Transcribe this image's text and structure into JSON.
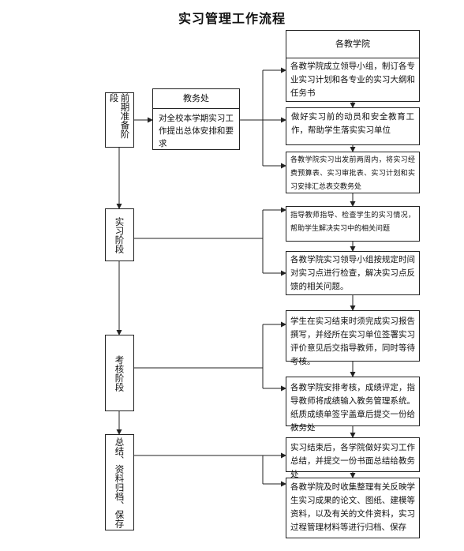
{
  "title": "实习管理工作流程",
  "phases": [
    {
      "label": "前期准备阶段"
    },
    {
      "label": "实习阶段"
    },
    {
      "label": "考核阶段"
    },
    {
      "label": "总结、资料归档、保存"
    }
  ],
  "jiaowuchu": {
    "header": "教务处",
    "text": "对全校本学期实习工作提出总体安排和要求"
  },
  "xueyuan": {
    "header": "各教学院",
    "boxes": [
      "各教学院成立领导小组，制订各专业实习计划和各专业的实习大纲和任务书",
      "做好实习前的动员和安全教育工作，帮助学生落实实习单位",
      "各教学院实习出发前两周内，将实习经费预算表、实习审批表、实习计划和实习安排汇总表交教务处",
      "指导教师指导、检查学生的实习情况，帮助学生解决实习中的相关问题",
      "各教学院实习领导小组按规定时间对实习点进行检查，解决实习点反馈的相关问题。",
      "学生在实习结束时须完成实习报告撰写，并经所在实习单位签署实习评价意见后交指导教师，同时等待考核。",
      "各教学院安排考核，成绩评定，指导教师将成绩输入教务管理系统。纸质成绩单签字盖章后提交一份给教务处",
      "实习结束后，各学院做好实习工作总结，并提交一份书面总结给教务处",
      "各教学院及时收集整理有关反映学生实习成果的论文、图纸、建模等资料，以及有关的文件资料，实习过程管理材料等进行归档、保存"
    ]
  }
}
